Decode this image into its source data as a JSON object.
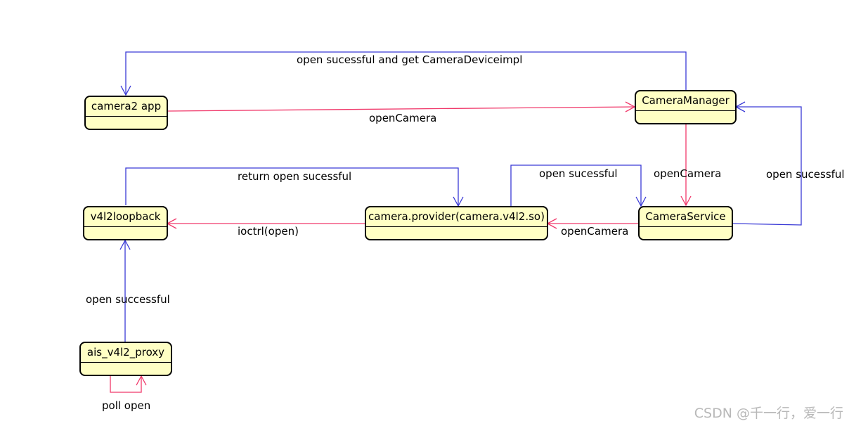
{
  "colors": {
    "request_edge": "#f0386a",
    "response_edge": "#3a3ad6",
    "node_fill": "#ffffc4",
    "node_border": "#000000",
    "watermark": "#b8b8b8"
  },
  "nodes": {
    "camera2_app": "camera2 app",
    "camera_manager": "CameraManager",
    "v4l2loopback": "v4l2loopback",
    "camera_provider": "camera.provider(camera.v4l2.so)",
    "camera_service": "CameraService",
    "ais_v4l2_proxy": "ais_v4l2_proxy"
  },
  "edges": {
    "manager_to_app": "open sucessful and get CameraDeviceimpl",
    "app_to_manager": "openCamera",
    "manager_to_service": "openCamera",
    "service_to_manager": "open sucessful",
    "loopback_to_provider": "return open sucessful",
    "provider_to_service": "open sucessful",
    "provider_to_loopback": "ioctrl(open)",
    "service_to_provider": "openCamera",
    "proxy_to_loopback": "open successful",
    "proxy_self_loop": "poll open"
  },
  "watermark": "CSDN @千一行，爱一行"
}
